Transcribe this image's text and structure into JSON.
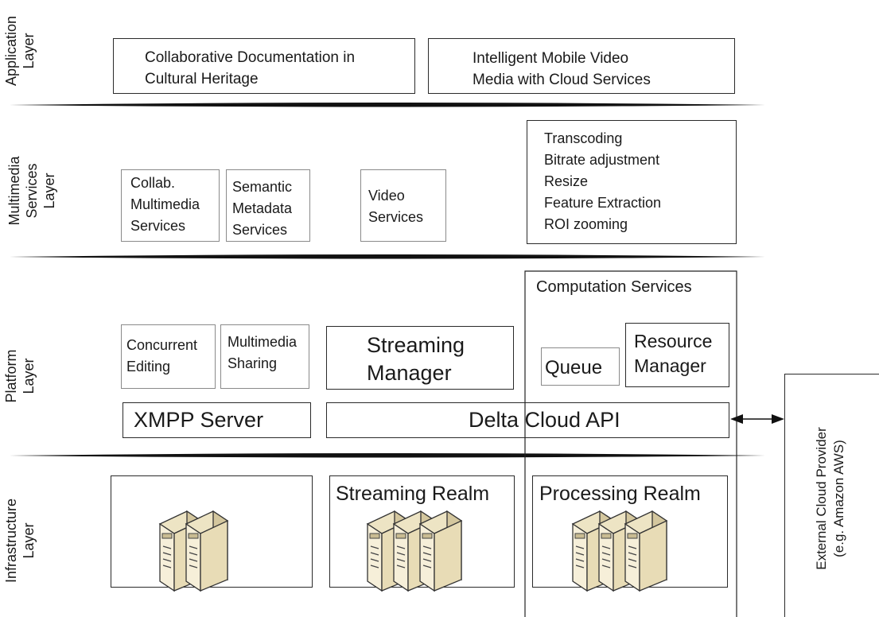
{
  "layers": {
    "application": [
      "Application",
      "Layer"
    ],
    "multimedia": [
      "Multimedia",
      "Services",
      "Layer"
    ],
    "platform": [
      "Platform",
      "Layer"
    ],
    "infrastructure": [
      "Infrastructure",
      "Layer"
    ]
  },
  "application": {
    "box1": [
      "Collaborative Documentation in",
      "Cultural Heritage"
    ],
    "box2": [
      "Intelligent Mobile Video",
      "Media with Cloud Services"
    ]
  },
  "multimedia": {
    "collab": [
      "Collab.",
      "Multimedia",
      "Services"
    ],
    "semantic": [
      "Semantic",
      "Metadata",
      "Services"
    ],
    "video": [
      "Video",
      "Services"
    ],
    "list": [
      "Transcoding",
      "Bitrate adjustment",
      "Resize",
      "Feature Extraction",
      "ROI zooming"
    ]
  },
  "platform": {
    "computation_title": "Computation Services",
    "concurrent": [
      "Concurrent",
      "Editing"
    ],
    "sharing": [
      "Multimedia",
      "Sharing"
    ],
    "streaming_manager": [
      "Streaming",
      "Manager"
    ],
    "queue": "Queue",
    "resource_manager": [
      "Resource",
      "Manager"
    ],
    "xmpp": "XMPP Server",
    "delta": "Delta Cloud API"
  },
  "infrastructure": {
    "streaming_realm": "Streaming Realm",
    "processing_realm": "Processing Realm"
  },
  "external": [
    "External Cloud Provider",
    "(e.g. Amazon AWS)"
  ],
  "colors": {
    "line": "#111111",
    "server_fill": "#f2ead0",
    "server_stroke": "#333333"
  }
}
